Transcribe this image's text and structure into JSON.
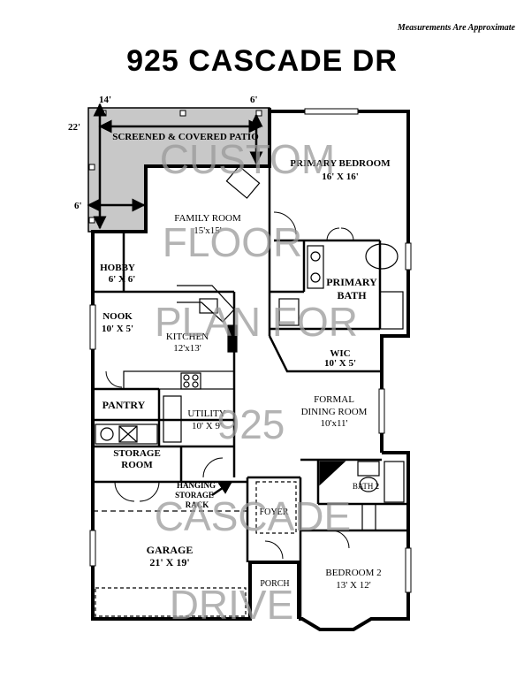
{
  "note": "Measurements Are Approximate",
  "title": "925 CASCADE DR",
  "dimensions": {
    "top_left": "14'",
    "top_right": "6'",
    "side_top": "22'",
    "side_bottom": "6'"
  },
  "rooms": {
    "patio": "SCREENED & COVERED PATIO",
    "primary_bedroom": {
      "name": "PRIMARY BEDROOM",
      "size": "16' X 16'"
    },
    "family_room": {
      "name": "FAMILY ROOM",
      "size": "15'x15'"
    },
    "hobby": {
      "name": "HOBBY",
      "size": "6' X 6'"
    },
    "primary_bath": {
      "name": "PRIMARY",
      "name2": "BATH"
    },
    "nook": {
      "name": "NOOK",
      "size": "10' X 5'"
    },
    "kitchen": {
      "name": "KITCHEN",
      "size": "12'x13'"
    },
    "wic": {
      "name": "WIC",
      "size": "10' X 5'"
    },
    "pantry": "PANTRY",
    "formal_dining": {
      "name": "FORMAL",
      "name2": "DINING ROOM",
      "size": "10'x11'"
    },
    "utility": {
      "name": "UTILITY",
      "size": "10' X 9'"
    },
    "storage": {
      "name": "STORAGE",
      "name2": "ROOM"
    },
    "bath2": "BATH 2",
    "hanging_rack": {
      "line1": "HANGING",
      "line2": "STORAGE",
      "line3": "RACK"
    },
    "foyer": "FOYER",
    "garage": {
      "name": "GARAGE",
      "size": "21' X 19'"
    },
    "porch": "PORCH",
    "bedroom2": {
      "name": "BEDROOM 2",
      "size": "13' X 12'"
    }
  },
  "watermark": [
    "CUSTOM",
    "FLOOR",
    "PLAN FOR",
    "925",
    "CASCADE",
    "DRIVE"
  ]
}
